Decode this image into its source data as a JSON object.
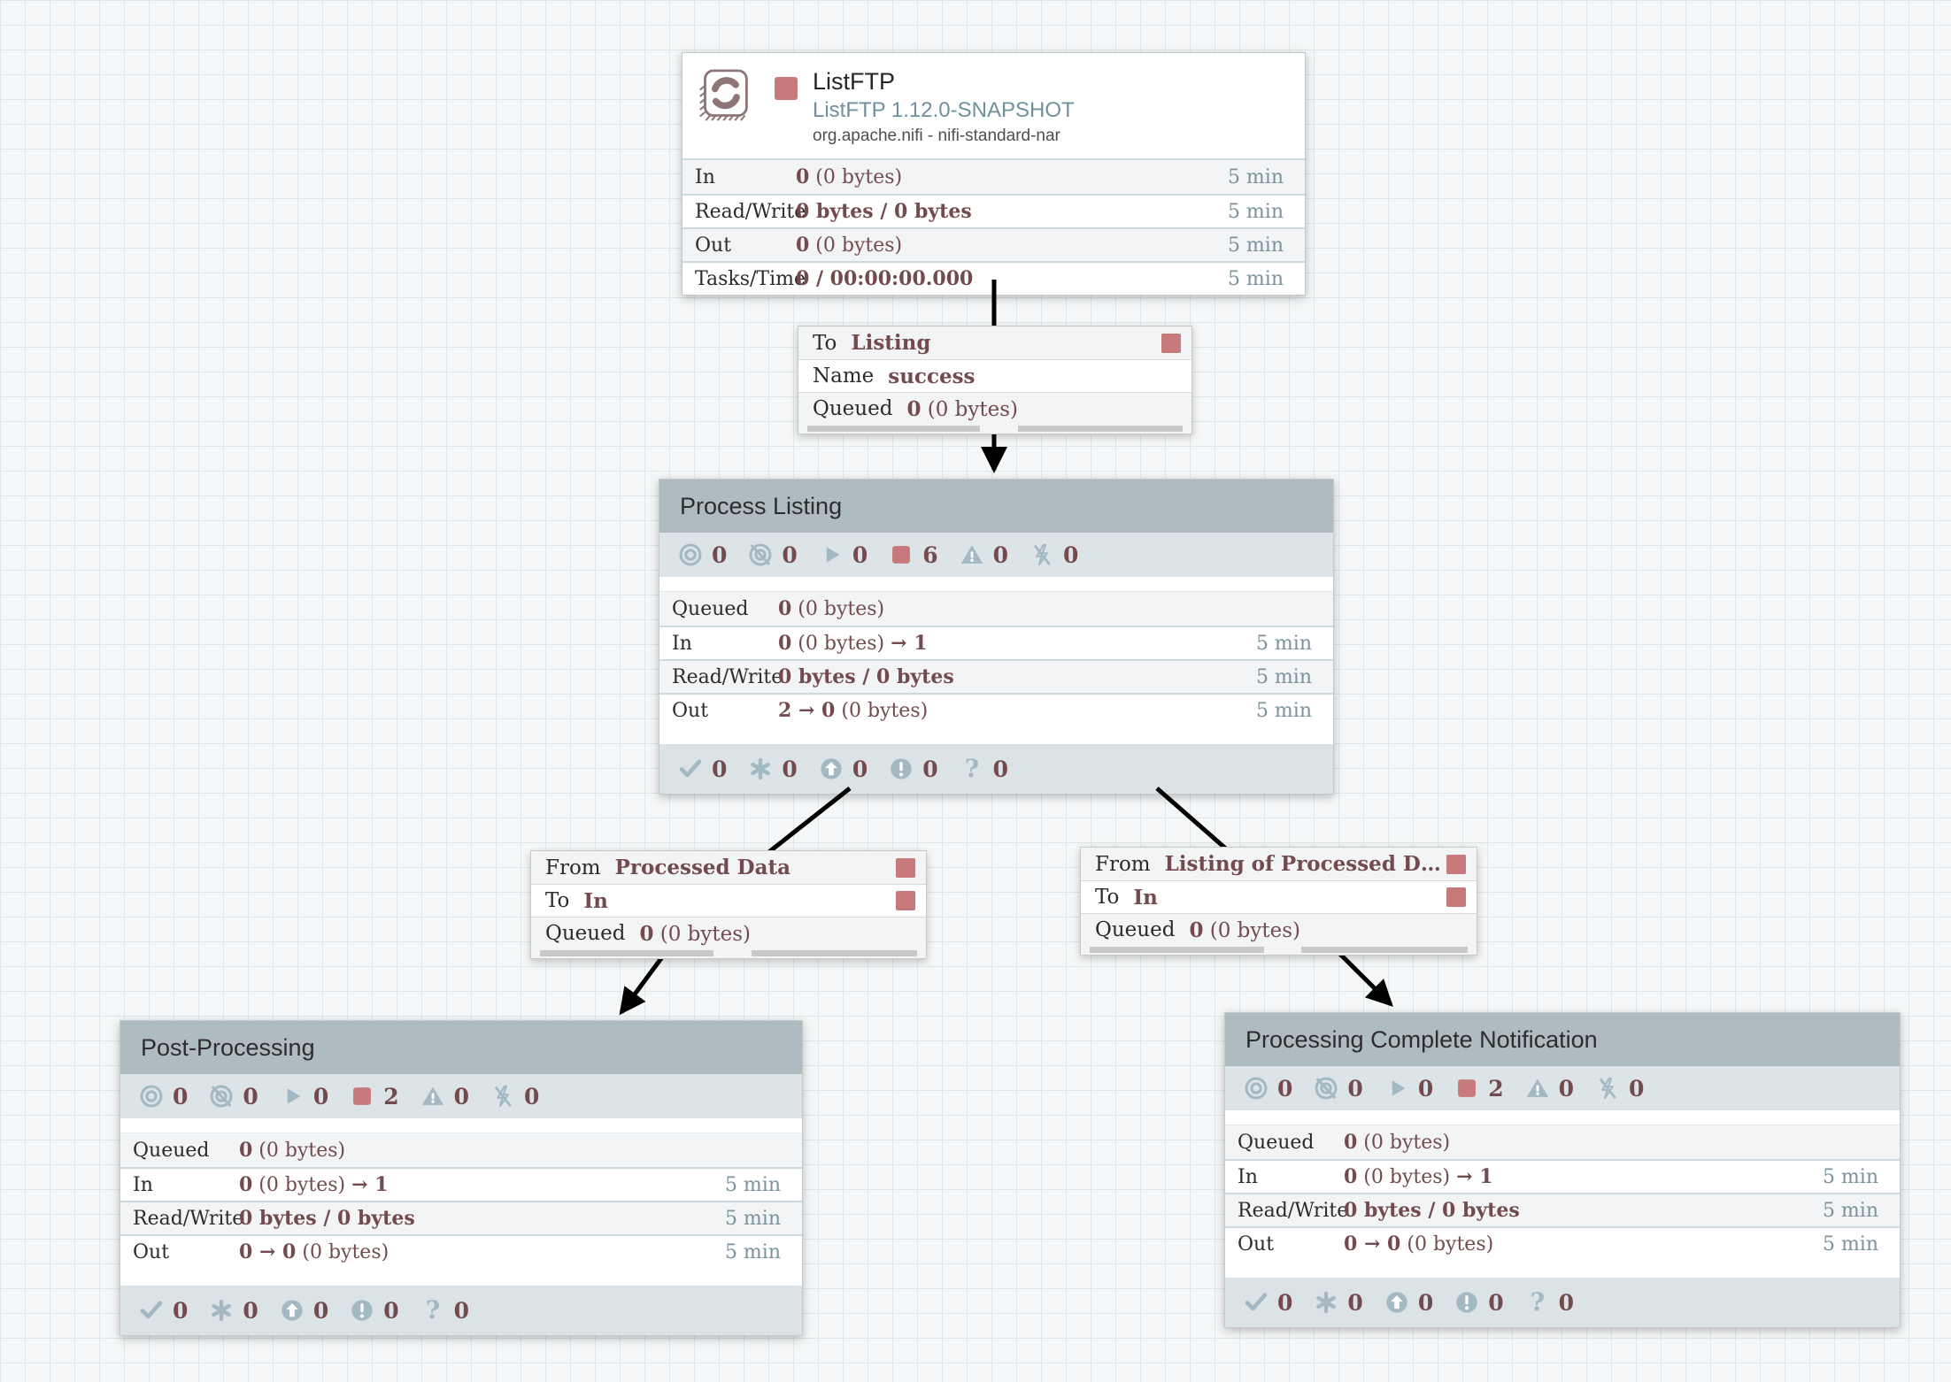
{
  "colors": {
    "accent_red": "#c8797c",
    "stat_value_maroon": "#734b4e",
    "badge_icon_blue": "#a2b9c3",
    "group_header_blue": "#aebcc2",
    "time_text_blue": "#7b939d",
    "processor_type_blue": "#71909f",
    "arrow_black": "#000000"
  },
  "icons": {
    "processor": "circular-arrows-stamp",
    "run_status": "stop-square",
    "transmitting": "bullseye",
    "not_transmitting": "bullseye-slash",
    "running": "play-triangle",
    "stopped": "stop-square",
    "invalid": "warning-triangle",
    "disabled": "bolt-slash",
    "up_to_date": "check",
    "locally_modified": "asterisk",
    "stale": "arrow-up-circle",
    "locally_modified_stale": "exclamation-circle",
    "sync_failure": "question-mark"
  },
  "processor": {
    "name": "ListFTP",
    "type": "ListFTP 1.12.0-SNAPSHOT",
    "bundle": "org.apache.nifi - nifi-standard-nar",
    "stats": [
      {
        "label": "In",
        "b1": "0",
        "n1": " (0 bytes)",
        "b2": "",
        "time": "5 min"
      },
      {
        "label": "Read/Write",
        "b1": "0 bytes / 0 bytes",
        "n1": "",
        "b2": "",
        "time": "5 min"
      },
      {
        "label": "Out",
        "b1": "0",
        "n1": " (0 bytes)",
        "b2": "",
        "time": "5 min"
      },
      {
        "label": "Tasks/Time",
        "b1": "0 / 00:00:00.000",
        "n1": "",
        "b2": "",
        "time": "5 min"
      }
    ]
  },
  "connections": [
    {
      "rows": [
        {
          "label": "To",
          "value": "Listing"
        },
        {
          "label": "Name",
          "value": "success"
        }
      ],
      "queued": {
        "label": "Queued",
        "count": "0",
        "size": " (0 bytes)"
      }
    },
    {
      "rows": [
        {
          "label": "From",
          "value": "Processed Data"
        },
        {
          "label": "To",
          "value": "In"
        }
      ],
      "queued": {
        "label": "Queued",
        "count": "0",
        "size": " (0 bytes)"
      }
    },
    {
      "rows": [
        {
          "label": "From",
          "value": "Listing of Processed D…"
        },
        {
          "label": "To",
          "value": "In"
        }
      ],
      "queued": {
        "label": "Queued",
        "count": "0",
        "size": " (0 bytes)"
      }
    }
  ],
  "groups": [
    {
      "title": "Process Listing",
      "badges": {
        "transmitting": "0",
        "not_transmitting": "0",
        "running": "0",
        "stopped": "6",
        "invalid": "0",
        "disabled": "0"
      },
      "stats": [
        {
          "label": "Queued",
          "b1": "0",
          "n1": " (0 bytes)",
          "b2": "",
          "time": ""
        },
        {
          "label": "In",
          "b1": "0",
          "n1": " (0 bytes) ",
          "b2": "→ 1",
          "time": "5 min"
        },
        {
          "label": "Read/Write",
          "b1": "0 bytes / 0 bytes",
          "n1": "",
          "b2": "",
          "time": "5 min"
        },
        {
          "label": "Out",
          "b1": "2 → 0",
          "n1": " (0 bytes)",
          "b2": "",
          "time": "5 min"
        }
      ],
      "versioned": {
        "up_to_date": "0",
        "locally_modified": "0",
        "stale": "0",
        "locally_modified_stale": "0",
        "sync_failure": "0"
      }
    },
    {
      "title": "Post-Processing",
      "badges": {
        "transmitting": "0",
        "not_transmitting": "0",
        "running": "0",
        "stopped": "2",
        "invalid": "0",
        "disabled": "0"
      },
      "stats": [
        {
          "label": "Queued",
          "b1": "0",
          "n1": " (0 bytes)",
          "b2": "",
          "time": ""
        },
        {
          "label": "In",
          "b1": "0",
          "n1": " (0 bytes) ",
          "b2": "→ 1",
          "time": "5 min"
        },
        {
          "label": "Read/Write",
          "b1": "0 bytes / 0 bytes",
          "n1": "",
          "b2": "",
          "time": "5 min"
        },
        {
          "label": "Out",
          "b1": "0 → 0",
          "n1": " (0 bytes)",
          "b2": "",
          "time": "5 min"
        }
      ],
      "versioned": {
        "up_to_date": "0",
        "locally_modified": "0",
        "stale": "0",
        "locally_modified_stale": "0",
        "sync_failure": "0"
      }
    },
    {
      "title": "Processing Complete Notification",
      "badges": {
        "transmitting": "0",
        "not_transmitting": "0",
        "running": "0",
        "stopped": "2",
        "invalid": "0",
        "disabled": "0"
      },
      "stats": [
        {
          "label": "Queued",
          "b1": "0",
          "n1": " (0 bytes)",
          "b2": "",
          "time": ""
        },
        {
          "label": "In",
          "b1": "0",
          "n1": " (0 bytes) ",
          "b2": "→ 1",
          "time": "5 min"
        },
        {
          "label": "Read/Write",
          "b1": "0 bytes / 0 bytes",
          "n1": "",
          "b2": "",
          "time": "5 min"
        },
        {
          "label": "Out",
          "b1": "0 → 0",
          "n1": " (0 bytes)",
          "b2": "",
          "time": "5 min"
        }
      ],
      "versioned": {
        "up_to_date": "0",
        "locally_modified": "0",
        "stale": "0",
        "locally_modified_stale": "0",
        "sync_failure": "0"
      }
    }
  ]
}
